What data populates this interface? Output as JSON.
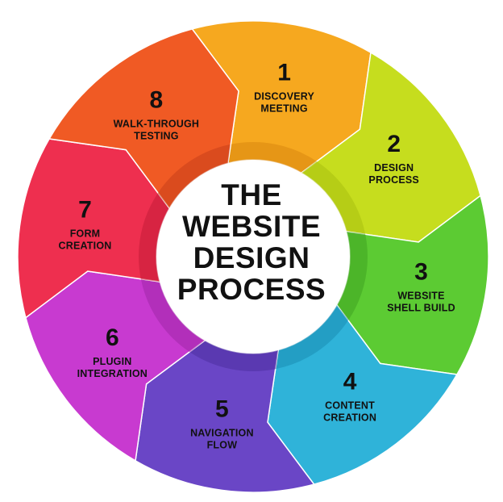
{
  "title_lines": [
    "THE",
    "WEBSITE",
    "DESIGN",
    "PROCESS"
  ],
  "steps": [
    {
      "number": "1",
      "label_lines": [
        "DISCOVERY",
        "MEETING"
      ],
      "color": "#f6a81f",
      "shade": "#d9860f"
    },
    {
      "number": "2",
      "label_lines": [
        "DESIGN",
        "PROCESS"
      ],
      "color": "#c6dd1e",
      "shade": "#a9bf10"
    },
    {
      "number": "3",
      "label_lines": [
        "WEBSITE",
        "SHELL BUILD"
      ],
      "color": "#5ccb33",
      "shade": "#3fa420"
    },
    {
      "number": "4",
      "label_lines": [
        "CONTENT",
        "CREATION"
      ],
      "color": "#2fb3d9",
      "shade": "#1a8db3"
    },
    {
      "number": "5",
      "label_lines": [
        "NAVIGATION",
        "FLOW"
      ],
      "color": "#6a46c6",
      "shade": "#4c2fa0"
    },
    {
      "number": "6",
      "label_lines": [
        "PLUGIN",
        "INTEGRATION"
      ],
      "color": "#c83ad0",
      "shade": "#a126a8"
    },
    {
      "number": "7",
      "label_lines": [
        "FORM",
        "CREATION"
      ],
      "color": "#ee2f4f",
      "shade": "#c41c38"
    },
    {
      "number": "8",
      "label_lines": [
        "WALK-THROUGH",
        "TESTING"
      ],
      "color": "#f05a24",
      "shade": "#c8401a"
    }
  ]
}
